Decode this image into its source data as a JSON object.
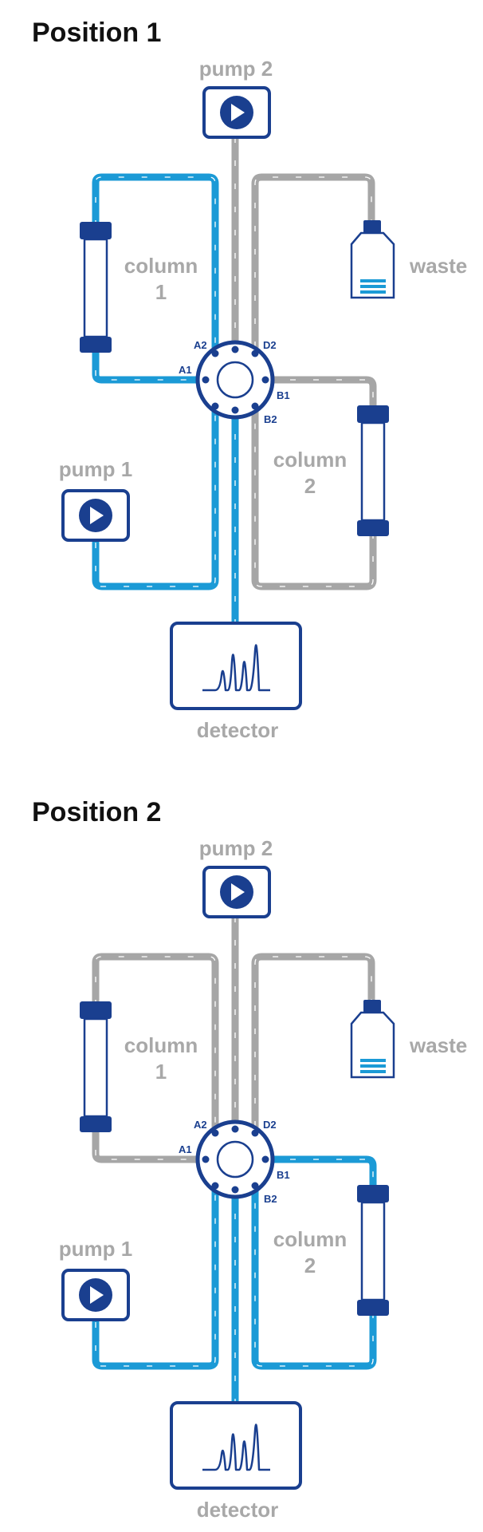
{
  "colors": {
    "blue_tube": "#1b9ad6",
    "gray_tube": "#a6a6a6",
    "navy": "#1a3f8f",
    "label_gray": "#a8a8a8"
  },
  "panels": [
    {
      "title": "Position 1",
      "labels": {
        "pump2": "pump 2",
        "pump1": "pump 1",
        "column1_line1": "column",
        "column1_line2": "1",
        "column2_line1": "column",
        "column2_line2": "2",
        "waste": "waste",
        "detector": "detector"
      },
      "ports": {
        "a1": "A1",
        "a2": "A2",
        "b1": "B1",
        "b2": "B2",
        "d2": "D2"
      },
      "flows": {
        "pump2_in": "gray",
        "column1_loop": "blue",
        "waste_loop": "gray",
        "column2_loop": "gray",
        "pump1_loop": "blue",
        "detector_out": "blue",
        "center_left": "blue",
        "center_right": "gray"
      }
    },
    {
      "title": "Position 2",
      "labels": {
        "pump2": "pump 2",
        "pump1": "pump 1",
        "column1_line1": "column",
        "column1_line2": "1",
        "column2_line1": "column",
        "column2_line2": "2",
        "waste": "waste",
        "detector": "detector"
      },
      "ports": {
        "a1": "A1",
        "a2": "A2",
        "b1": "B1",
        "b2": "B2",
        "d2": "D2"
      },
      "flows": {
        "pump2_in": "gray",
        "column1_loop": "gray",
        "waste_loop": "gray",
        "column2_loop": "blue",
        "pump1_loop": "blue",
        "detector_out": "blue",
        "center_left": "gray",
        "center_right": "blue"
      }
    }
  ]
}
